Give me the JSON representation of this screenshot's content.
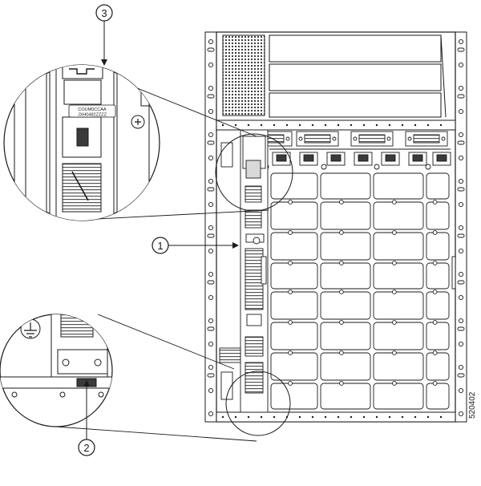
{
  "figure": {
    "id": "520402",
    "callouts": [
      {
        "label": "1"
      },
      {
        "label": "2"
      },
      {
        "label": "3"
      }
    ],
    "serial_label": {
      "line1": "COUM0CCAA",
      "line2": "JXH0482ZZZZ"
    }
  },
  "colors": {
    "line": "#1a1a1a",
    "panel_fill": "#ffffff",
    "shade": "#d9d9d9",
    "dark": "#3a3a3a"
  }
}
